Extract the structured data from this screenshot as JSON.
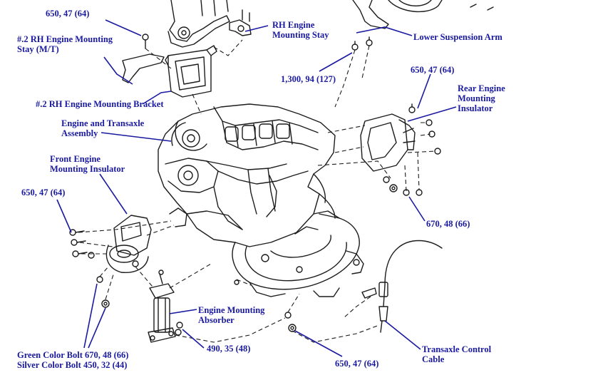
{
  "colors": {
    "label": "#1a1aa0",
    "leader": "#1a1aa0",
    "drawing": "#1c1c1c",
    "background": "#ffffff"
  },
  "labels": {
    "torque_top_left": "650, 47 (64)",
    "rh_stay_2": [
      "#.2 RH Engine Mounting",
      "Stay (M/T)"
    ],
    "rh_stay": [
      "RH Engine",
      "Mounting Stay"
    ],
    "lower_arm": "Lower Suspension Arm",
    "torque_1300": "1,300, 94 (127)",
    "torque_rear_top": "650, 47 (64)",
    "rear_insulator": [
      "Rear Engine",
      "Mounting",
      "Insulator"
    ],
    "rh_bracket_2": "#.2 RH Engine Mounting Bracket",
    "engine_assembly": [
      "Engine and Transaxle",
      "Assembly"
    ],
    "front_insulator": [
      "Front Engine",
      "Mounting Insulator"
    ],
    "torque_left_mid": "650, 47 (64)",
    "torque_670": "670, 48 (66)",
    "absorber": [
      "Engine Mounting",
      "Absorber"
    ],
    "torque_490": "490, 35 (48)",
    "bolts": [
      "Green Color Bolt 670, 48 (66)",
      "Silver Color Bolt 450, 32 (44)"
    ],
    "torque_bottom": "650, 47 (64)",
    "cable": [
      "Transaxle Control",
      "Cable"
    ]
  }
}
